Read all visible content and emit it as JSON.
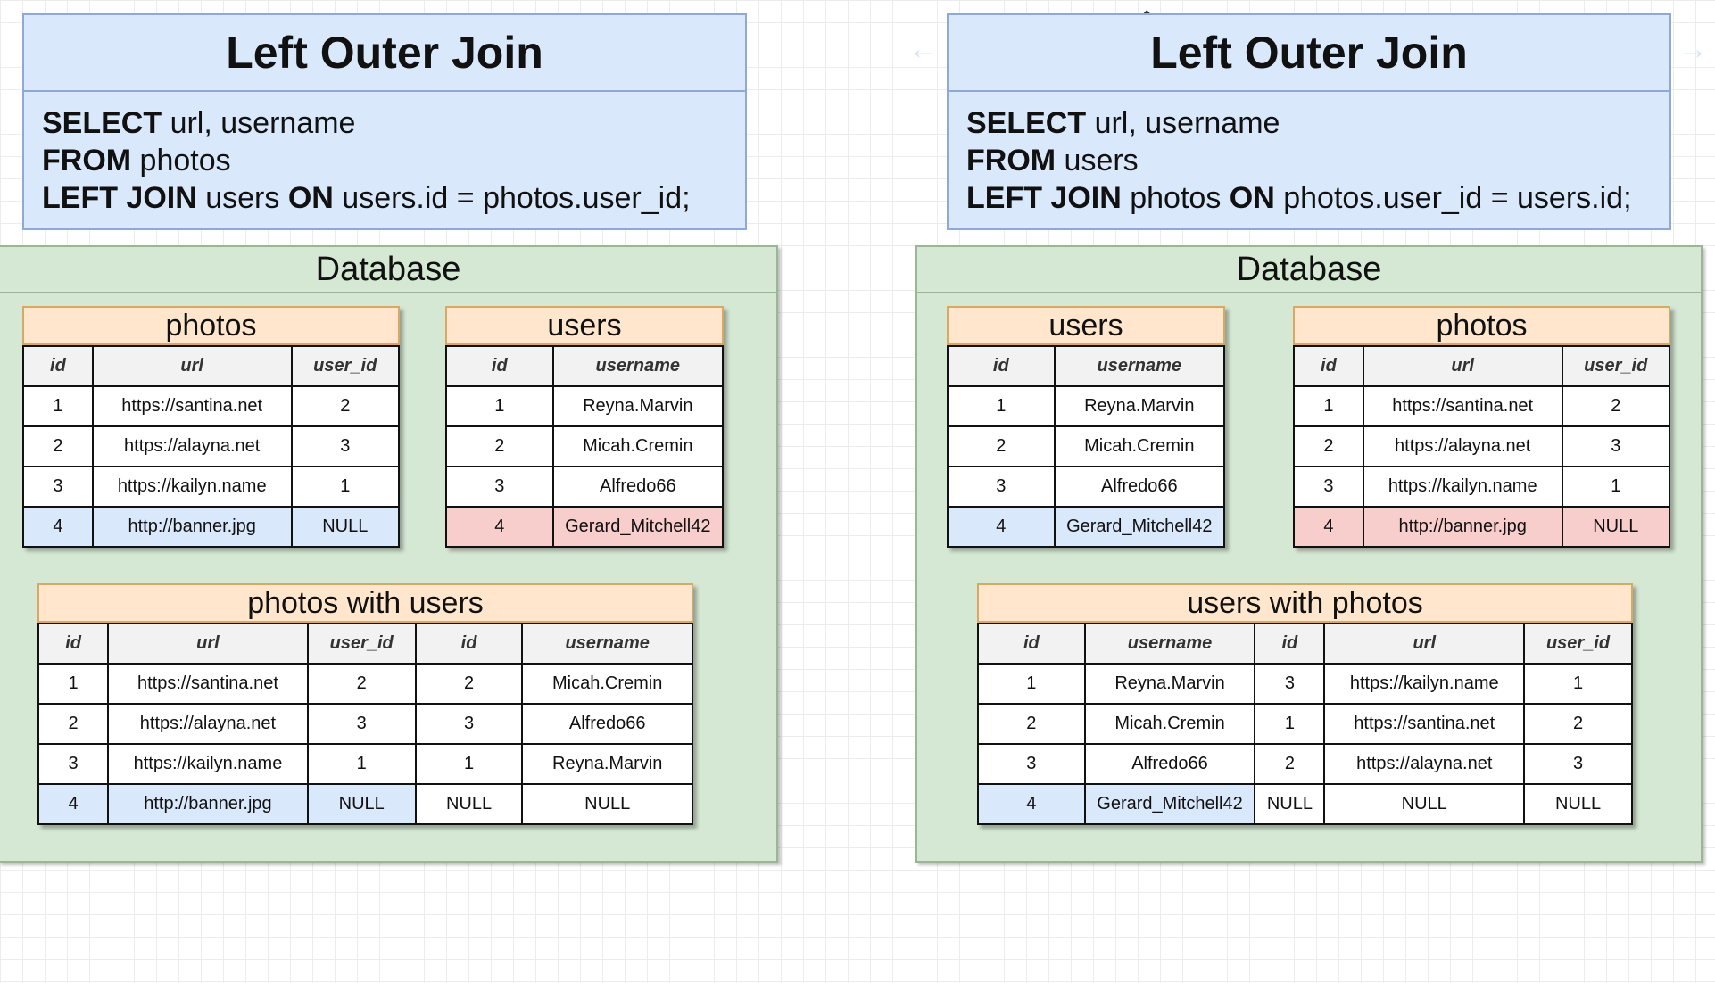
{
  "left": {
    "query_title": "Left Outer Join",
    "sql": [
      [
        {
          "t": "SELECT",
          "b": true
        },
        {
          "t": " url, username",
          "b": false
        }
      ],
      [
        {
          "t": "FROM",
          "b": true
        },
        {
          "t": " photos",
          "b": false
        }
      ],
      [
        {
          "t": "LEFT JOIN",
          "b": true
        },
        {
          "t": " users ",
          "b": false
        },
        {
          "t": "ON",
          "b": true
        },
        {
          "t": " users.id = photos.user_id;",
          "b": false
        }
      ]
    ],
    "db_title": "Database",
    "tables": [
      {
        "title": "photos",
        "columns": [
          "id",
          "url",
          "user_id"
        ],
        "widths": [
          64,
          183,
          99
        ],
        "rows": [
          {
            "cells": [
              "1",
              "https://santina.net",
              "2"
            ],
            "hl": [
              "",
              "",
              ""
            ]
          },
          {
            "cells": [
              "2",
              "https://alayna.net",
              "3"
            ],
            "hl": [
              "",
              "",
              ""
            ]
          },
          {
            "cells": [
              "3",
              "https://kailyn.name",
              "1"
            ],
            "hl": [
              "",
              "",
              ""
            ]
          },
          {
            "cells": [
              "4",
              "http://banner.jpg",
              "NULL"
            ],
            "hl": [
              "blue",
              "blue",
              "blue"
            ]
          }
        ]
      },
      {
        "title": "users",
        "columns": [
          "id",
          "username"
        ],
        "widths": [
          98,
          156
        ],
        "rows": [
          {
            "cells": [
              "1",
              "Reyna.Marvin"
            ],
            "hl": [
              "",
              ""
            ]
          },
          {
            "cells": [
              "2",
              "Micah.Cremin"
            ],
            "hl": [
              "",
              ""
            ]
          },
          {
            "cells": [
              "3",
              "Alfredo66"
            ],
            "hl": [
              "",
              ""
            ]
          },
          {
            "cells": [
              "4",
              "Gerard_Mitchell42"
            ],
            "hl": [
              "red",
              "red"
            ]
          }
        ]
      },
      {
        "title": "photos with users",
        "columns": [
          "id",
          "url",
          "user_id",
          "id",
          "username"
        ],
        "widths": [
          64,
          183,
          99,
          98,
          156
        ],
        "rows": [
          {
            "cells": [
              "1",
              "https://santina.net",
              "2",
              "2",
              "Micah.Cremin"
            ],
            "hl": [
              "",
              "",
              "",
              "",
              ""
            ]
          },
          {
            "cells": [
              "2",
              "https://alayna.net",
              "3",
              "3",
              "Alfredo66"
            ],
            "hl": [
              "",
              "",
              "",
              "",
              ""
            ]
          },
          {
            "cells": [
              "3",
              "https://kailyn.name",
              "1",
              "1",
              "Reyna.Marvin"
            ],
            "hl": [
              "",
              "",
              "",
              "",
              ""
            ]
          },
          {
            "cells": [
              "4",
              "http://banner.jpg",
              "NULL",
              "NULL",
              "NULL"
            ],
            "hl": [
              "blue",
              "blue",
              "blue",
              "",
              ""
            ]
          }
        ]
      }
    ]
  },
  "right": {
    "query_title": "Left Outer Join",
    "sql": [
      [
        {
          "t": "SELECT",
          "b": true
        },
        {
          "t": " url, username",
          "b": false
        }
      ],
      [
        {
          "t": "FROM",
          "b": true
        },
        {
          "t": " users",
          "b": false
        }
      ],
      [
        {
          "t": "LEFT JOIN",
          "b": true
        },
        {
          "t": " photos ",
          "b": false
        },
        {
          "t": "ON",
          "b": true
        },
        {
          "t": " photos.user_id = users.id;",
          "b": false
        }
      ]
    ],
    "db_title": "Database",
    "tables": [
      {
        "title": "users",
        "columns": [
          "id",
          "username"
        ],
        "widths": [
          98,
          156
        ],
        "rows": [
          {
            "cells": [
              "1",
              "Reyna.Marvin"
            ],
            "hl": [
              "",
              ""
            ]
          },
          {
            "cells": [
              "2",
              "Micah.Cremin"
            ],
            "hl": [
              "",
              ""
            ]
          },
          {
            "cells": [
              "3",
              "Alfredo66"
            ],
            "hl": [
              "",
              ""
            ]
          },
          {
            "cells": [
              "4",
              "Gerard_Mitchell42"
            ],
            "hl": [
              "blue",
              "blue"
            ]
          }
        ]
      },
      {
        "title": "photos",
        "columns": [
          "id",
          "url",
          "user_id"
        ],
        "widths": [
          64,
          183,
          99
        ],
        "rows": [
          {
            "cells": [
              "1",
              "https://santina.net",
              "2"
            ],
            "hl": [
              "",
              "",
              ""
            ]
          },
          {
            "cells": [
              "2",
              "https://alayna.net",
              "3"
            ],
            "hl": [
              "",
              "",
              ""
            ]
          },
          {
            "cells": [
              "3",
              "https://kailyn.name",
              "1"
            ],
            "hl": [
              "",
              "",
              ""
            ]
          },
          {
            "cells": [
              "4",
              "http://banner.jpg",
              "NULL"
            ],
            "hl": [
              "red",
              "red",
              "red"
            ]
          }
        ]
      },
      {
        "title": "users with photos",
        "columns": [
          "id",
          "username",
          "id",
          "url",
          "user_id"
        ],
        "widths": [
          98,
          156,
          64,
          183,
          99
        ],
        "rows": [
          {
            "cells": [
              "1",
              "Reyna.Marvin",
              "3",
              "https://kailyn.name",
              "1"
            ],
            "hl": [
              "",
              "",
              "",
              "",
              ""
            ]
          },
          {
            "cells": [
              "2",
              "Micah.Cremin",
              "1",
              "https://santina.net",
              "2"
            ],
            "hl": [
              "",
              "",
              "",
              "",
              ""
            ]
          },
          {
            "cells": [
              "3",
              "Alfredo66",
              "2",
              "https://alayna.net",
              "3"
            ],
            "hl": [
              "",
              "",
              "",
              "",
              ""
            ]
          },
          {
            "cells": [
              "4",
              "Gerard_Mitchell42",
              "NULL",
              "NULL",
              "NULL"
            ],
            "hl": [
              "blue",
              "blue",
              "",
              "",
              ""
            ]
          }
        ]
      }
    ]
  },
  "icons": {
    "move": "move-cursor-icon",
    "arrow_left": "arrow-left-icon",
    "arrow_right": "arrow-right-icon"
  }
}
